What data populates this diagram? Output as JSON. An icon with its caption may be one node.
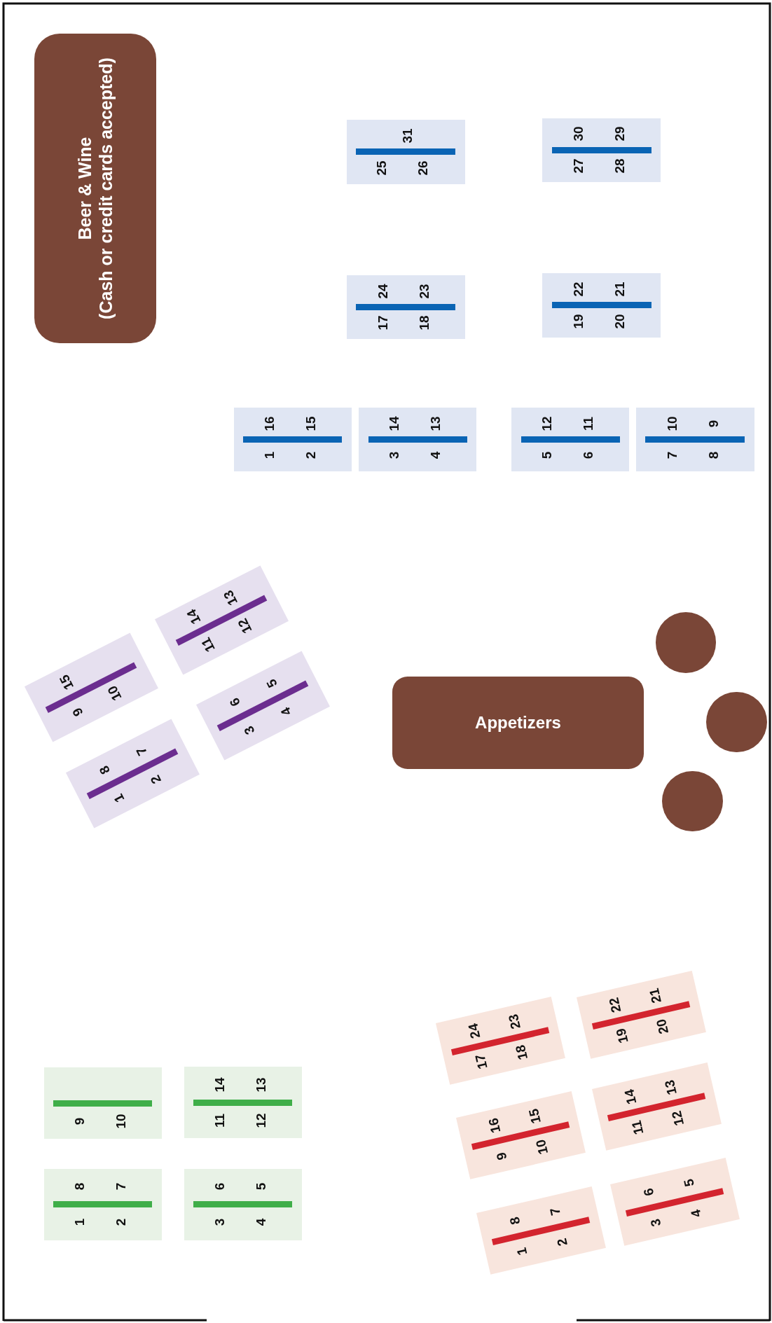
{
  "diagram": {
    "nodes": [
      {
        "text": [
          "Beer & Wine",
          "(Cash or credit cards accepted)"
        ]
      },
      {
        "text": [
          "31",
          "25",
          "26"
        ]
      },
      {
        "text": [
          "30",
          "29",
          "27",
          "28"
        ]
      },
      {
        "text": [
          "24",
          "23",
          "17",
          "18"
        ]
      },
      {
        "text": [
          "22",
          "21",
          "19",
          "20"
        ]
      },
      {
        "text": [
          "16",
          "15",
          "1",
          "2"
        ]
      },
      {
        "text": [
          "14",
          "13",
          "3",
          "4"
        ]
      },
      {
        "text": [
          "12",
          "11",
          "5",
          "6"
        ]
      },
      {
        "text": [
          "10",
          "9",
          "7",
          "8"
        ]
      },
      {
        "text": [
          "14",
          "13",
          "11",
          "12"
        ]
      },
      {
        "text": [
          "15",
          "9",
          "10"
        ]
      },
      {
        "text": [
          "6",
          "5",
          "3",
          "4"
        ]
      },
      {
        "text": [
          "8",
          "7",
          "1",
          "2"
        ]
      },
      {
        "text": [],
        "shape": "circle"
      },
      {
        "text": [
          "Appetizers"
        ]
      },
      {
        "text": [],
        "shape": "circle"
      },
      {
        "text": [],
        "shape": "circle"
      },
      {
        "text": [
          "9",
          "10"
        ]
      },
      {
        "text": [
          "14",
          "13",
          "11",
          "12"
        ]
      },
      {
        "text": [
          "8",
          "7",
          "1",
          "2"
        ]
      },
      {
        "text": [
          "6",
          "5",
          "3",
          "4"
        ]
      },
      {
        "text": [
          "24",
          "23",
          "17",
          "18"
        ]
      },
      {
        "text": [
          "22",
          "21",
          "19",
          "20"
        ]
      },
      {
        "text": [
          "16",
          "15",
          "9",
          "10"
        ]
      },
      {
        "text": [
          "14",
          "13",
          "11",
          "12"
        ]
      },
      {
        "text": [
          "8",
          "7",
          "1",
          "2"
        ]
      },
      {
        "text": [
          "6",
          "5",
          "3",
          "4"
        ]
      }
    ]
  }
}
